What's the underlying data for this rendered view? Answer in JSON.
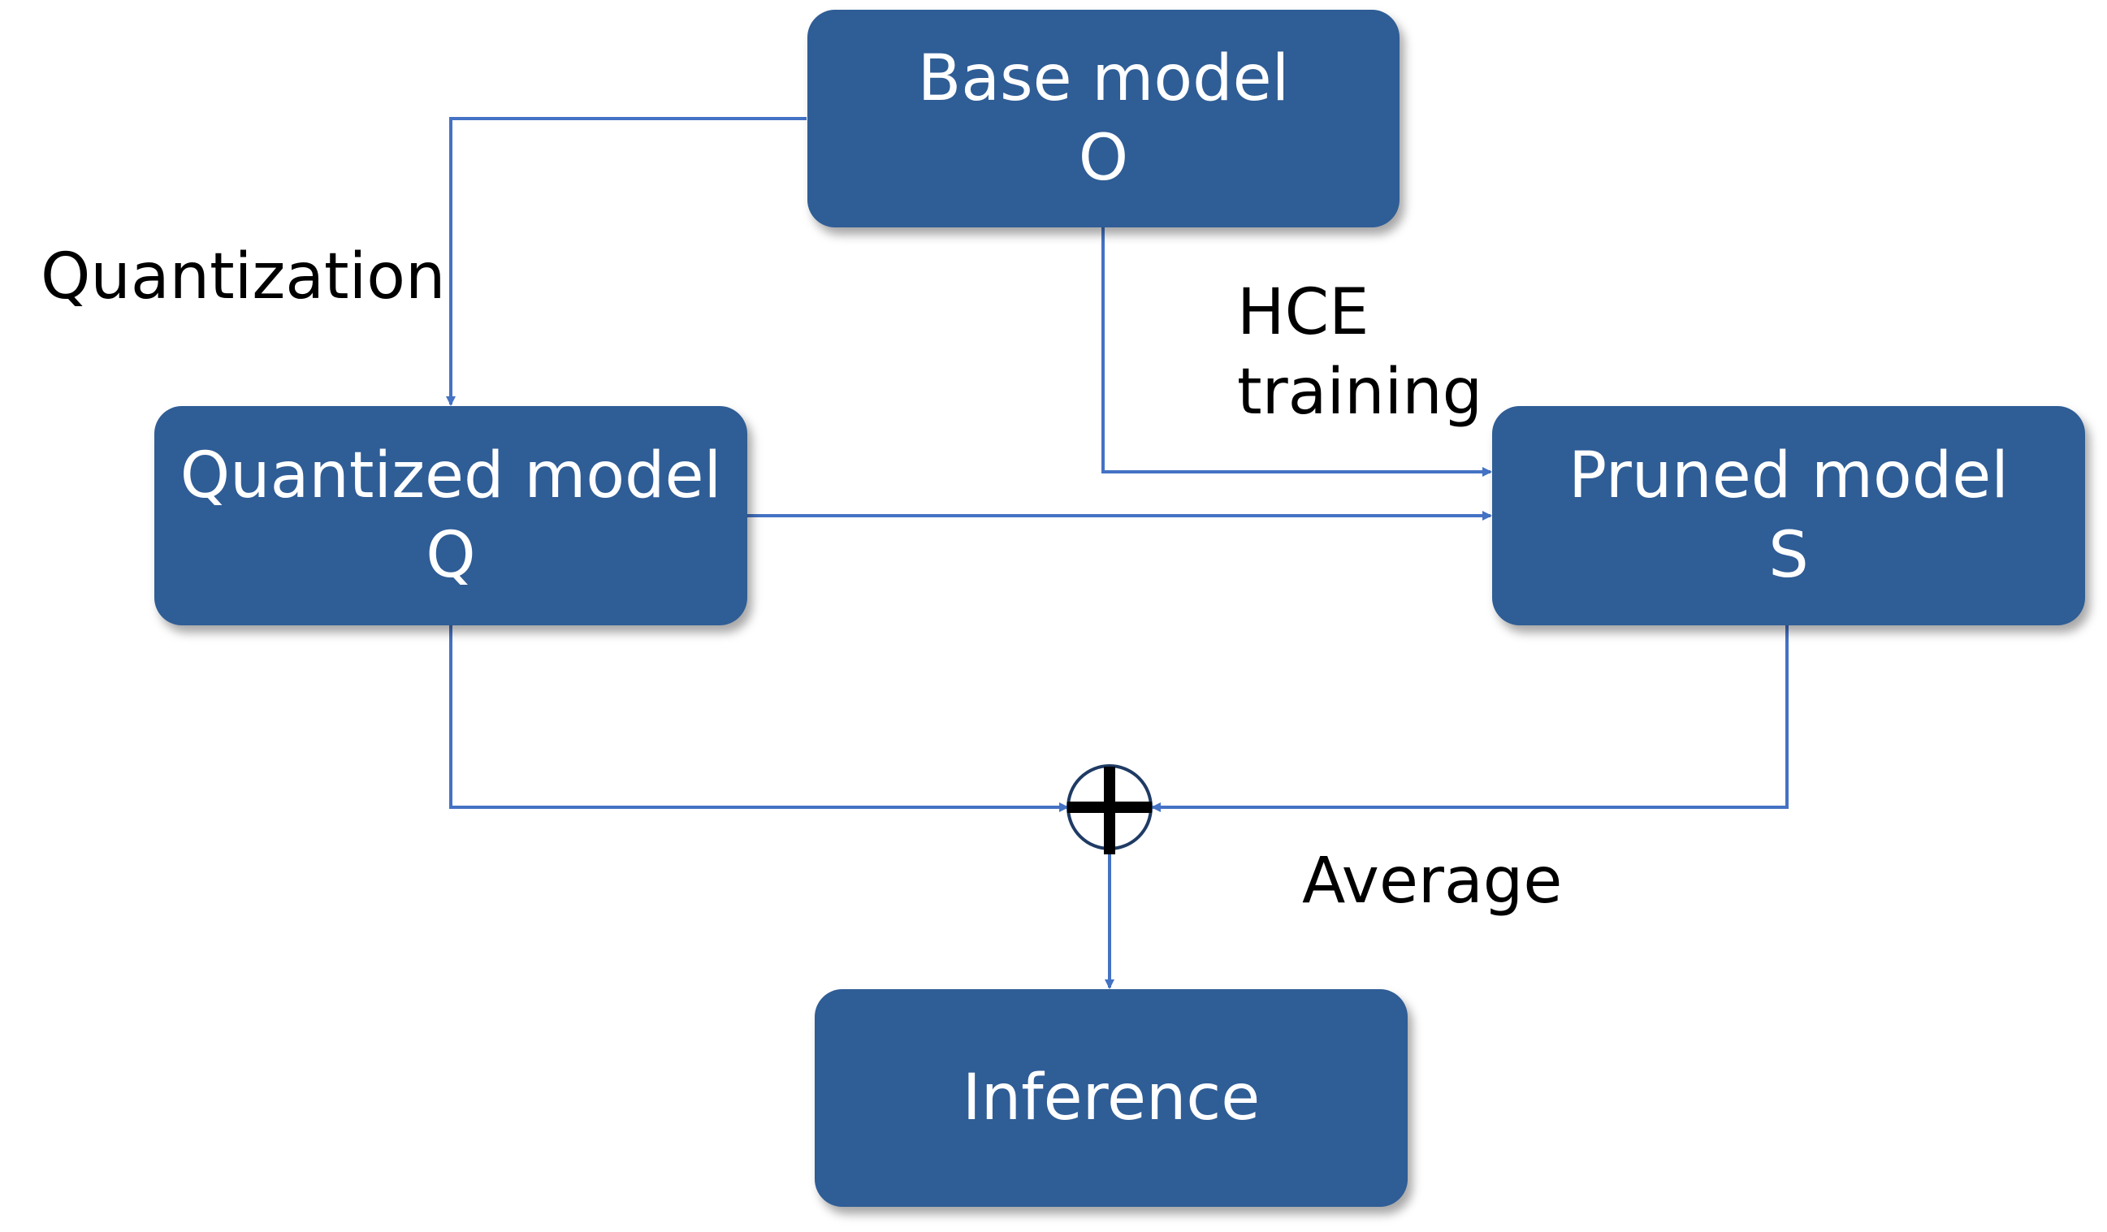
{
  "nodes": {
    "base": {
      "title": "Base model",
      "symbol": "O"
    },
    "quantized": {
      "title": "Quantized model",
      "symbol": "Q"
    },
    "pruned": {
      "title": "Pruned model",
      "symbol": "S"
    },
    "inference": {
      "title": "Inference"
    }
  },
  "edge_labels": {
    "quantization": "Quantization",
    "hce_line1": "HCE",
    "hce_line2": "training",
    "average": "Average"
  },
  "colors": {
    "box_fill": "#2f5d96",
    "connector": "#4472c4",
    "text_on_box": "#ffffff",
    "label_text": "#000000"
  }
}
